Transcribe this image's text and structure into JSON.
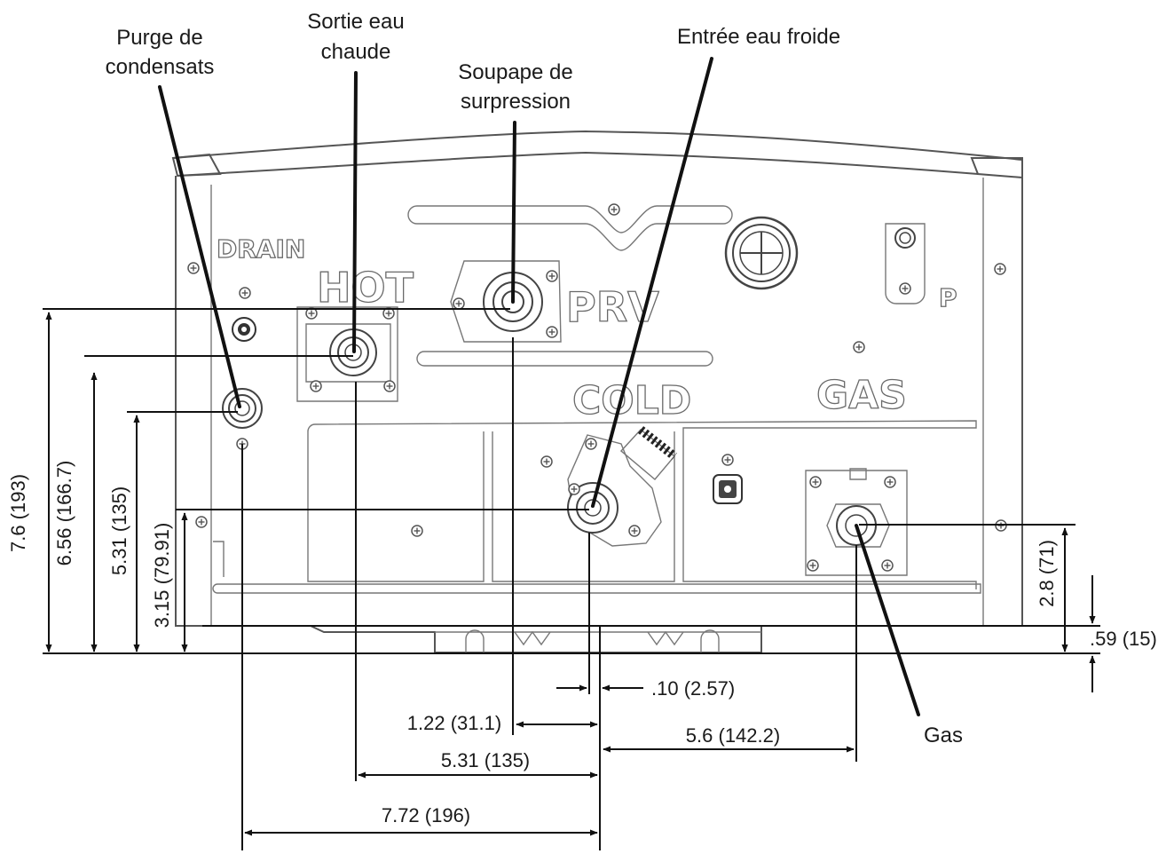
{
  "callouts": {
    "drain": [
      "Purge de",
      "condensats"
    ],
    "hot": [
      "Sortie eau",
      "chaude"
    ],
    "prv": [
      "Soupape de",
      "surpression"
    ],
    "cold": "Entrée eau froide",
    "gas": "Gas"
  },
  "stamps": {
    "drain": "DRAIN",
    "hot": "HOT",
    "prv": "PRV",
    "cold": "COLD",
    "gas": "GAS",
    "p": "P"
  },
  "dimensions": {
    "vertical": {
      "prv_height": "7.6 (193)",
      "hot_height": "6.56 (166.7)",
      "drain_height": "5.31 (135)",
      "cold_height": "3.15 (79.91)",
      "gas_height": "2.8 (71)",
      "base_offset": ".59 (15)"
    },
    "horizontal": {
      "cold_offset": ".10 (2.57)",
      "prv_to_cold": "1.22 (31.1)",
      "cold_to_gas": "5.6 (142.2)",
      "hot_to_cold": "5.31 (135)",
      "drain_to_cold": "7.72 (196)"
    }
  }
}
